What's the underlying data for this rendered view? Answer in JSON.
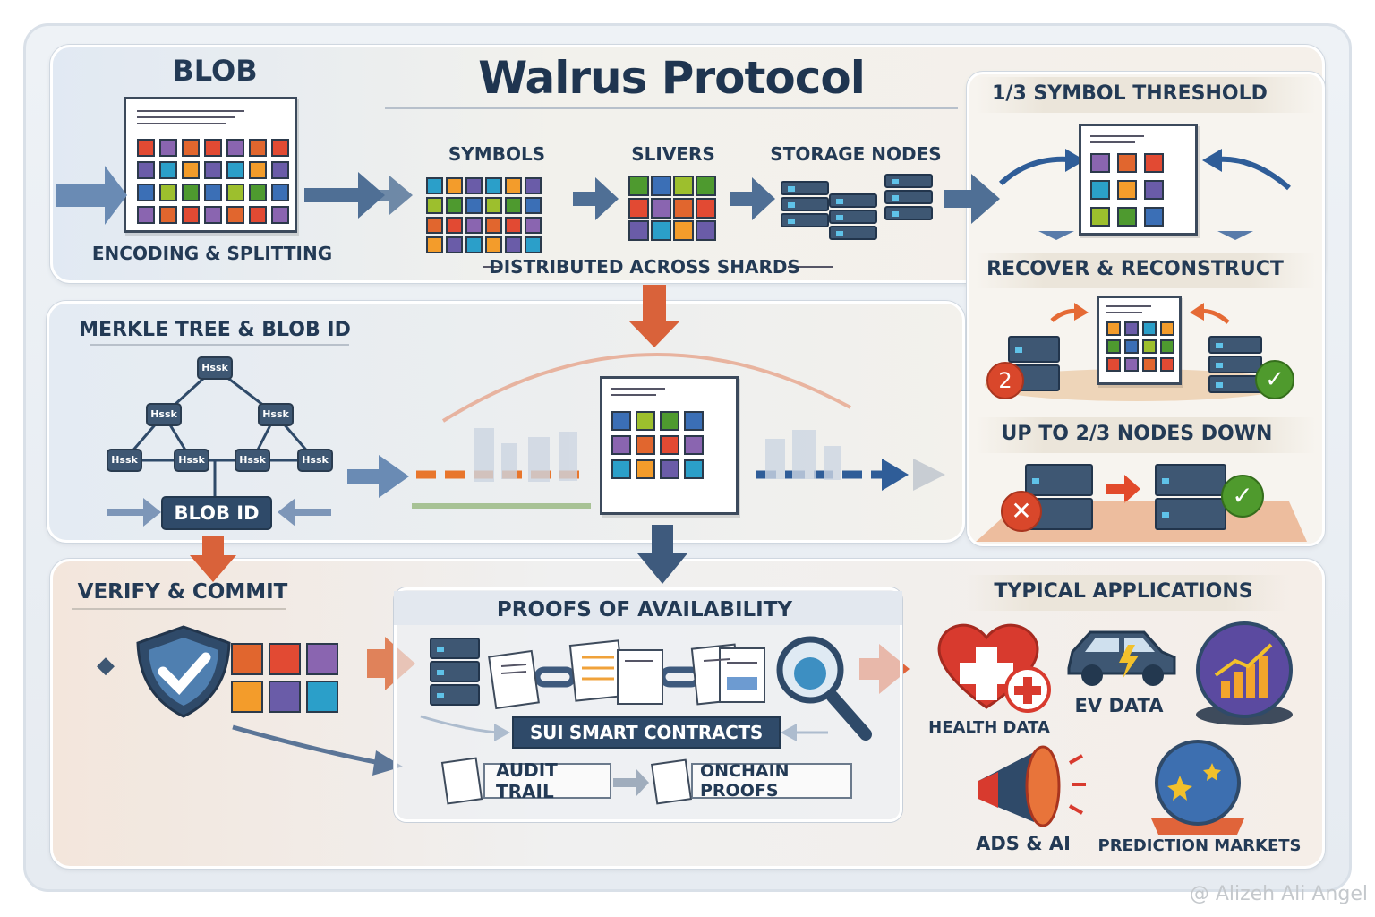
{
  "title": "Walrus Protocol",
  "blob": {
    "heading": "BLOB",
    "caption": "ENCODING & SPLITTING"
  },
  "pipeline": {
    "symbols_label": "SYMBOLS",
    "slivers_label": "SLIVERS",
    "storage_nodes_label": "STORAGE NODES",
    "distributed_label": "DISTRIBUTED ACROSS SHARDS"
  },
  "recovery": {
    "threshold_label": "1/3 SYMBOL THRESHOLD",
    "recover_label": "RECOVER & RECONSTRUCT",
    "recover_badge": "2",
    "nodes_down_label": "UP TO 2/3 NODES DOWN"
  },
  "merkle": {
    "heading": "MERKLE TREE & BLOB ID",
    "hash_nodes": [
      "Hssk",
      "Hssk",
      "Hssk",
      "Hssk",
      "Hssk",
      "Hssk",
      "Hssk"
    ],
    "blob_id_label": "BLOB ID"
  },
  "verify": {
    "heading": "VERIFY & COMMIT"
  },
  "proofs": {
    "heading": "PROOFS OF AVAILABILITY",
    "contracts_label": "SUI SMART CONTRACTS",
    "audit_label": "AUDIT TRAIL",
    "onchain_label": "ONCHAIN PROOFS"
  },
  "applications": {
    "heading": "TYPICAL APPLICATIONS",
    "items": [
      {
        "label": "HEALTH DATA",
        "icon": "heart-medical-icon"
      },
      {
        "label": "EV DATA",
        "icon": "car-icon"
      },
      {
        "label": "",
        "icon": "crystal-ball-chart-icon"
      },
      {
        "label": "ADS & AI",
        "icon": "megaphone-icon"
      },
      {
        "label": "PREDICTION MARKETS",
        "icon": "crystal-ball-stars-icon"
      }
    ]
  },
  "watermark": "@ Alizeh Ali Angel",
  "colors": {
    "navy": "#233a55",
    "arrow_blue": "#4f6f95",
    "arrow_orange": "#e0643a",
    "success_green": "#4f9a2d",
    "error_red": "#d9472b",
    "palette": [
      "#e24a33",
      "#2b9fc9",
      "#4e9a2f",
      "#8a65b0",
      "#f39c2b",
      "#3b6fb6",
      "#e1662e",
      "#6a5ca8",
      "#9dbf2d"
    ]
  }
}
